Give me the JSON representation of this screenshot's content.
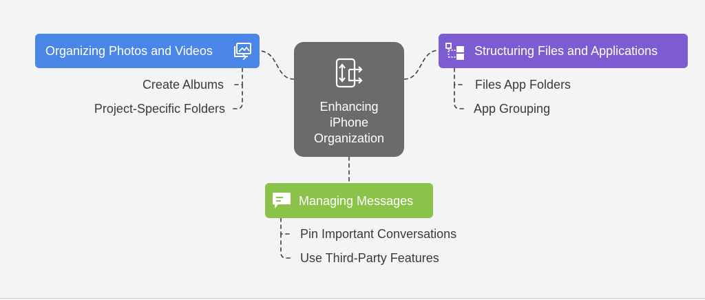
{
  "center": {
    "title": "Enhancing\niPhone\nOrganization",
    "color": "#6b6b6b",
    "icon": "phone-arrows-icon"
  },
  "branches": [
    {
      "id": "photos",
      "label": "Organizing Photos and Videos",
      "color": "#4a86e8",
      "icon": "photo-gallery-icon",
      "items": [
        "Create Albums",
        "Project-Specific Folders"
      ]
    },
    {
      "id": "files",
      "label": "Structuring Files and Applications",
      "color": "#7d5bd1",
      "icon": "folder-tree-icon",
      "items": [
        "Files App Folders",
        "App Grouping"
      ]
    },
    {
      "id": "messages",
      "label": "Managing Messages",
      "color": "#8bc34a",
      "icon": "message-bubble-icon",
      "items": [
        "Pin Important Conversations",
        "Use Third-Party Features"
      ]
    }
  ]
}
